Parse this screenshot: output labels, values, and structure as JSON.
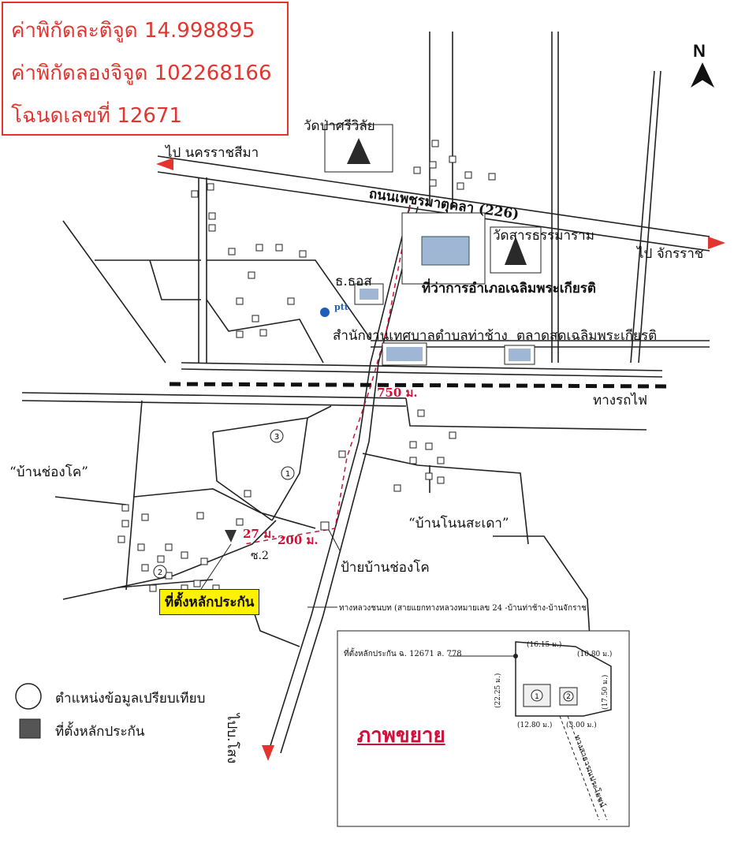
{
  "coords": {
    "latitude": "ค่าพิกัดละติจูด 14.998895",
    "longitude": "ค่าพิกัดลองจิจูด 102268166",
    "deed": "โฉนดเลขที่ 12671"
  },
  "north": "N",
  "labels": {
    "to_nakhon": "ไป นครราชสีมา",
    "to_chakkarat": "ไป จักรราช",
    "to_bosot": "ไปบ.โสง",
    "road_main": "ถนนเพชรมาตุคลา (226)",
    "wat_sri": "วัดป่าศรีวิลัย",
    "wat_sarn": "วัดสารธรรมาราม",
    "district_office": "ที่ว่าการอำเภอเฉลิมพระเกียรติ",
    "bank": "ธ.ธอส",
    "municipality": "สำนักงานเทศบาลตำบลท่าช้าง",
    "market": "ตลาดสดเฉลิมพระเกียรติ",
    "railway": "ทางรถไฟ",
    "dist_750": "750 ม.",
    "ban_chongko": "“บ้านช่องโค”",
    "ban_nonsada": "“บ้านโนนสะเดา”",
    "sign_chongko": "ป้ายบ้านช่องโค",
    "soi2": "ซ.2",
    "dist_27": "27 ม.",
    "dist_200": "200 ม.",
    "collateral": "ที่ตั้งหลักประกัน",
    "rural_road": "ทางหลวงชนบท (สายแยกทางหลวงหมายเลข 24 -บ้านท่าช้าง-บ้านจักราช",
    "ptt": "ptt"
  },
  "inset": {
    "title": "ภาพขยาย",
    "caption": "ที่ตั้งหลักประกัน ฉ. 12671 ล. 778",
    "d1": "(16.15 ม.)",
    "d2": "(10.80 ม.)",
    "d3": "(22.25 ม.)",
    "d4": "(17.50 ม.)",
    "d5": "(12.80 ม.)",
    "d6": "(3.00 ม.)",
    "public_road": "ทางสาธารณประโยชน์",
    "plot1": "1",
    "plot2": "2"
  },
  "legend": {
    "comparison": "ตำแหน่งข้อมูลเปรียบเทียบ",
    "collateral": "ที่ตั้งหลักประกัน"
  },
  "markers": {
    "m1": "1",
    "m2": "2",
    "m3": "3"
  },
  "colors": {
    "accent_red": "#e3342f",
    "route_pink": "#d0103a",
    "highlight": "#fff200"
  }
}
